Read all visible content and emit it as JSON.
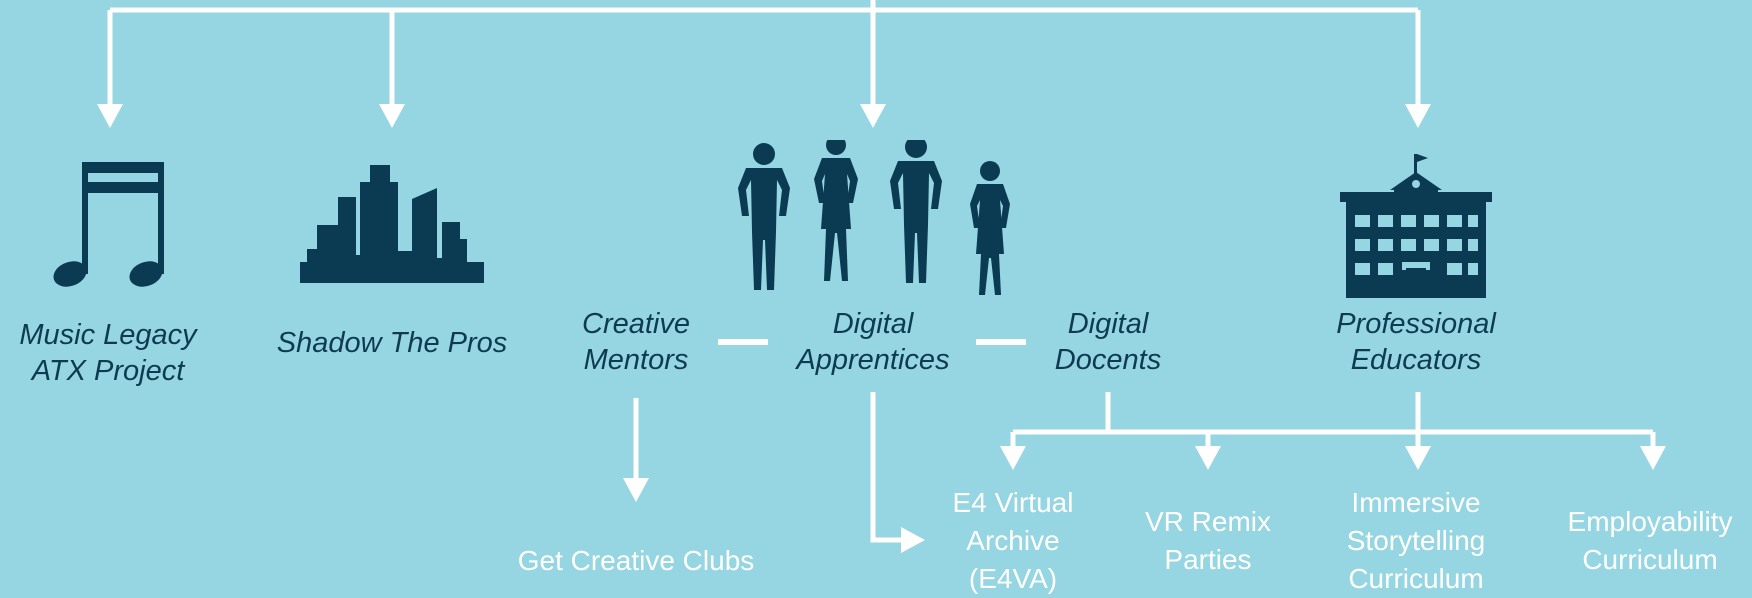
{
  "colors": {
    "background": "#96d6e2",
    "arrows": "#ffffff",
    "icons": "#0b3b52"
  },
  "nodes": {
    "music_legacy": {
      "line1": "Music Legacy",
      "line2": "ATX Project",
      "icon": "music-notes-icon"
    },
    "shadow_the_pros": {
      "label": "Shadow The Pros",
      "icon": "city-skyline-icon"
    },
    "creative_mentors": {
      "line1": "Creative",
      "line2": "Mentors"
    },
    "digital_apprentices": {
      "line1": "Digital",
      "line2": "Apprentices",
      "icon": "people-silhouettes-icon"
    },
    "digital_docents": {
      "line1": "Digital",
      "line2": "Docents"
    },
    "professional_educators": {
      "line1": "Professional",
      "line2": "Educators",
      "icon": "school-building-icon"
    }
  },
  "outputs": {
    "get_creative_clubs": {
      "label": "Get Creative Clubs"
    },
    "e4_virtual_archive": {
      "line1": "E4 Virtual",
      "line2": "Archive",
      "line3": "(E4VA)"
    },
    "vr_remix_parties": {
      "line1": "VR Remix",
      "line2": "Parties"
    },
    "immersive_storytelling": {
      "line1": "Immersive",
      "line2": "Storytelling",
      "line3": "Curriculum"
    },
    "employability_curriculum": {
      "line1": "Employability",
      "line2": "Curriculum"
    }
  }
}
